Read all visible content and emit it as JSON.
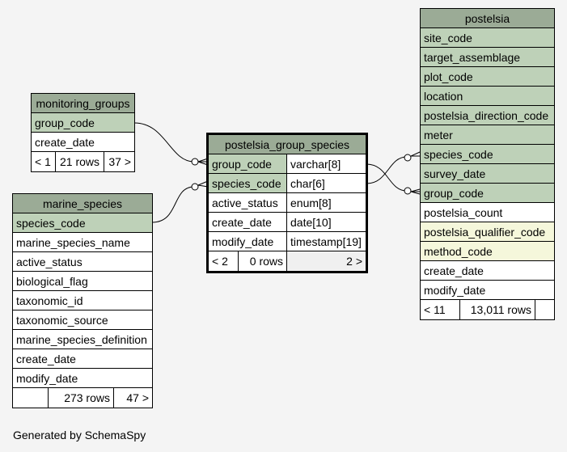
{
  "tables": {
    "monitoring_groups": {
      "name": "monitoring_groups",
      "columns": [
        {
          "name": "group_code",
          "kind": "key"
        },
        {
          "name": "create_date",
          "kind": "plain"
        }
      ],
      "footer": [
        "< 1",
        "21 rows",
        "37 >"
      ]
    },
    "marine_species": {
      "name": "marine_species",
      "columns": [
        {
          "name": "species_code",
          "kind": "key"
        },
        {
          "name": "marine_species_name",
          "kind": "plain"
        },
        {
          "name": "active_status",
          "kind": "plain"
        },
        {
          "name": "biological_flag",
          "kind": "plain"
        },
        {
          "name": "taxonomic_id",
          "kind": "plain"
        },
        {
          "name": "taxonomic_source",
          "kind": "plain"
        },
        {
          "name": "marine_species_definition",
          "kind": "plain"
        },
        {
          "name": "create_date",
          "kind": "plain"
        },
        {
          "name": "modify_date",
          "kind": "plain"
        }
      ],
      "footer": [
        "",
        "273 rows",
        "47 >"
      ]
    },
    "postelsia_group_species": {
      "name": "postelsia_group_species",
      "columns": [
        {
          "name": "group_code",
          "type": "varchar[8]",
          "kind": "key"
        },
        {
          "name": "species_code",
          "type": "char[6]",
          "kind": "key"
        },
        {
          "name": "active_status",
          "type": "enum[8]",
          "kind": "plain"
        },
        {
          "name": "create_date",
          "type": "date[10]",
          "kind": "plain"
        },
        {
          "name": "modify_date",
          "type": "timestamp[19]",
          "kind": "plain"
        }
      ],
      "footer": [
        "< 2",
        "0 rows",
        "2 >"
      ]
    },
    "postelsia": {
      "name": "postelsia",
      "columns": [
        {
          "name": "site_code",
          "kind": "key"
        },
        {
          "name": "target_assemblage",
          "kind": "key"
        },
        {
          "name": "plot_code",
          "kind": "key"
        },
        {
          "name": "location",
          "kind": "key"
        },
        {
          "name": "postelsia_direction_code",
          "kind": "key"
        },
        {
          "name": "meter",
          "kind": "key"
        },
        {
          "name": "species_code",
          "kind": "key"
        },
        {
          "name": "survey_date",
          "kind": "key"
        },
        {
          "name": "group_code",
          "kind": "key"
        },
        {
          "name": "postelsia_count",
          "kind": "plain"
        },
        {
          "name": "postelsia_qualifier_code",
          "kind": "idx"
        },
        {
          "name": "method_code",
          "kind": "idx"
        },
        {
          "name": "create_date",
          "kind": "plain"
        },
        {
          "name": "modify_date",
          "kind": "plain"
        }
      ],
      "footer": [
        "< 11",
        "13,011 rows",
        ""
      ]
    }
  },
  "relationships": [
    {
      "from": "postelsia_group_species.group_code",
      "to": "monitoring_groups.group_code"
    },
    {
      "from": "postelsia_group_species.species_code",
      "to": "marine_species.species_code"
    },
    {
      "from": "postelsia.species_code",
      "to": "postelsia_group_species.species_code"
    },
    {
      "from": "postelsia.group_code",
      "to": "postelsia_group_species.group_code"
    }
  ],
  "footer_text": "Generated by SchemaSpy",
  "colors": {
    "header": "#9bab96",
    "key_column": "#bed1b8",
    "indexed_column": "#f5f7db",
    "background": "#f4f4f4"
  }
}
